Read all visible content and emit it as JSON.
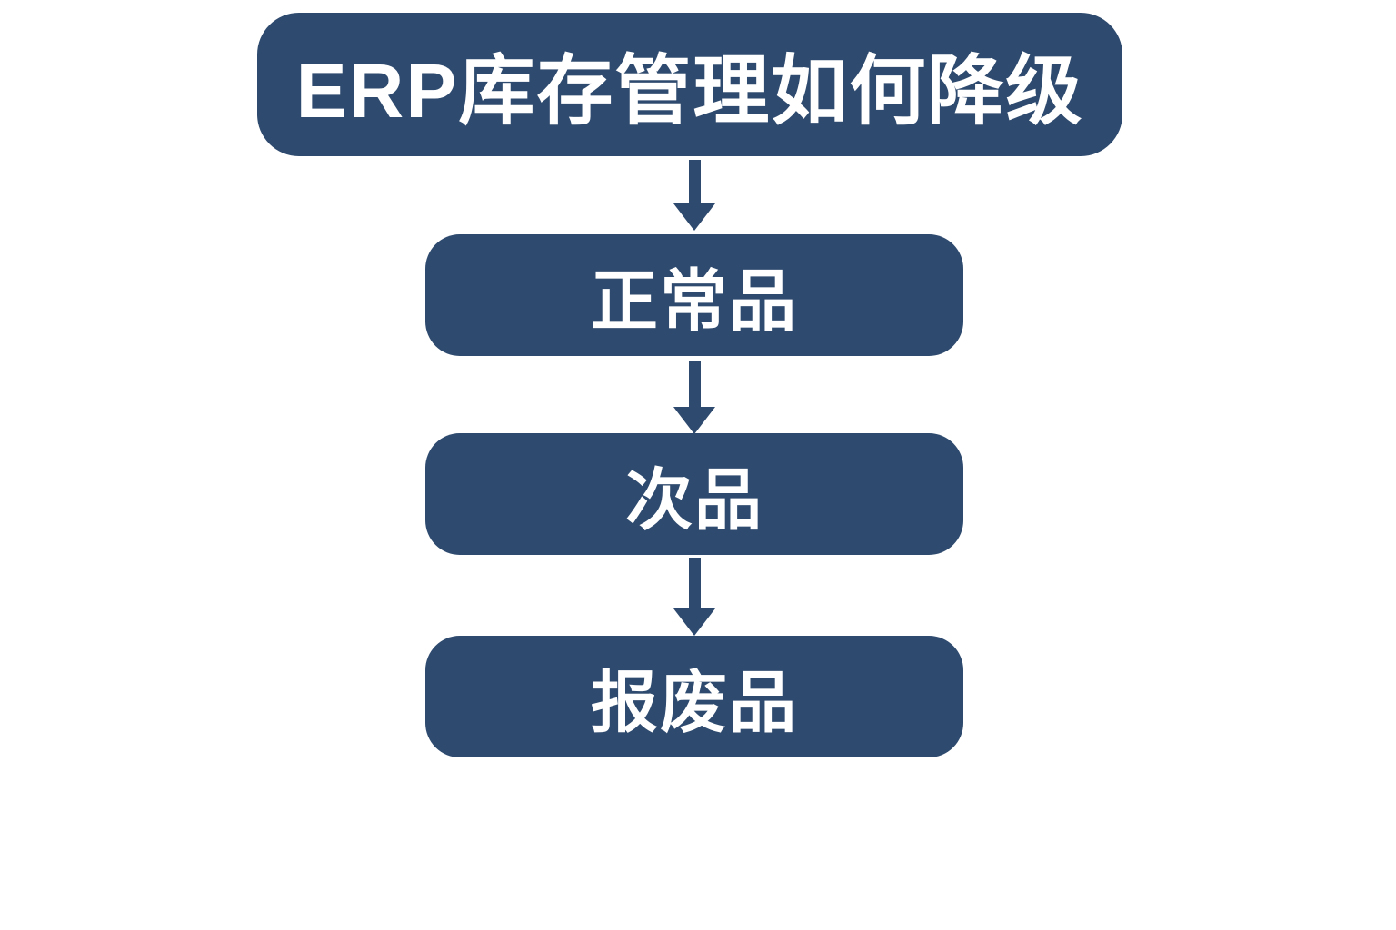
{
  "diagram": {
    "title": "ERP库存管理如何降级",
    "nodes": [
      {
        "id": "normal",
        "label": "正常品"
      },
      {
        "id": "defect",
        "label": "次品"
      },
      {
        "id": "scrap",
        "label": "报废品"
      }
    ],
    "connectors": [
      {
        "from": "title",
        "to": "normal",
        "type": "arrow-down"
      },
      {
        "from": "normal",
        "to": "defect",
        "type": "arrow-down"
      },
      {
        "from": "defect",
        "to": "scrap",
        "type": "arrow-down"
      }
    ],
    "colors": {
      "box": "#2e4a6e",
      "text": "#ffffff",
      "background": "#ffffff"
    }
  }
}
